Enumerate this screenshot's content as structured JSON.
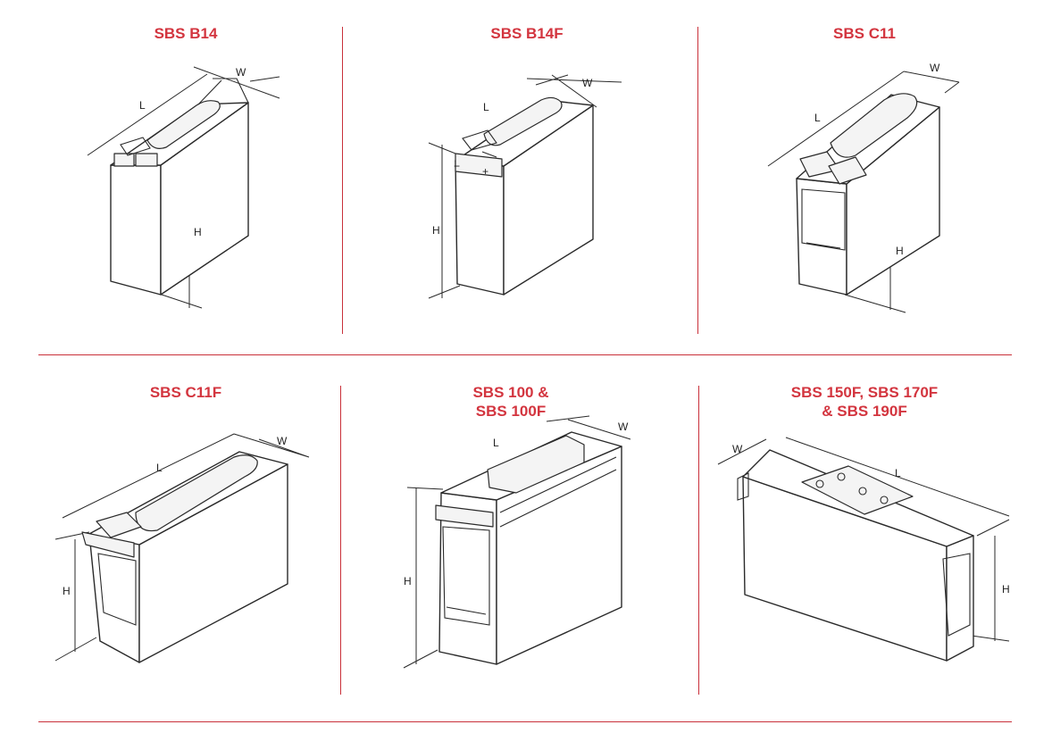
{
  "accent_color": "#d3353f",
  "dimension_labels": {
    "length": "L",
    "width": "W",
    "height": "H"
  },
  "products": [
    {
      "title": "SBS B14",
      "icon": "battery-top-terminal-icon"
    },
    {
      "title": "SBS B14F",
      "icon": "battery-front-terminal-icon"
    },
    {
      "title": "SBS C11",
      "icon": "battery-top-terminal-icon"
    },
    {
      "title": "SBS C11F",
      "icon": "battery-front-terminal-icon"
    },
    {
      "title": "SBS 100 &\nSBS 100F",
      "icon": "battery-front-terminal-icon"
    },
    {
      "title": "SBS 150F, SBS 170F\n& SBS 190F",
      "icon": "battery-front-terminal-icon"
    }
  ]
}
